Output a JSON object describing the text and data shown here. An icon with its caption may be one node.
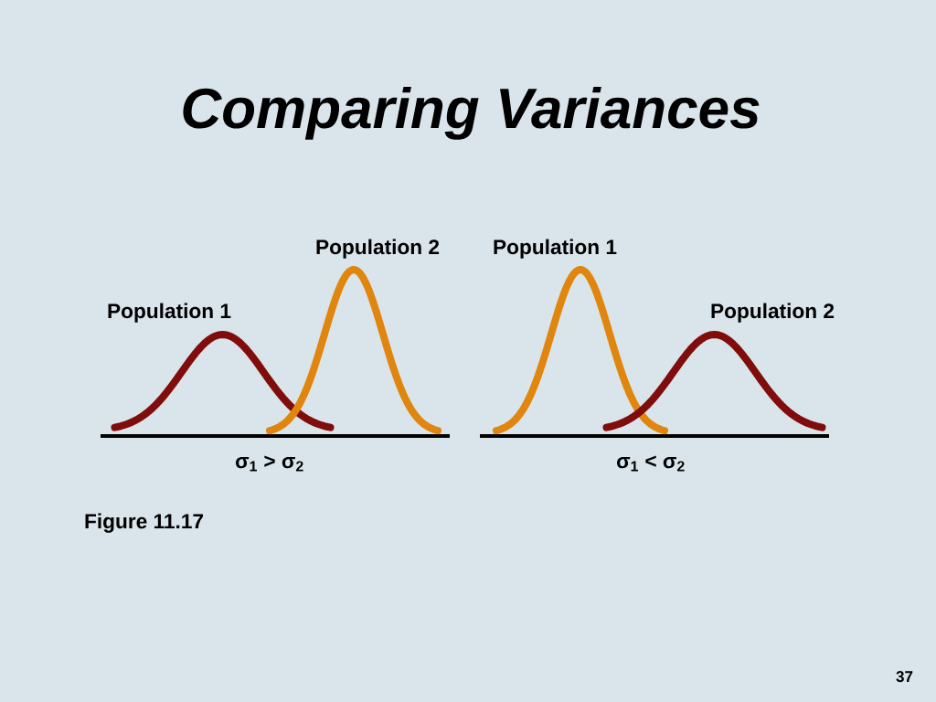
{
  "diagram": {
    "title": "Comparing Variances",
    "labels": [
      "Population 2",
      "Population 1",
      "Population 1",
      "Population 2",
      "σ$_{1}$ > σ$_{2}$",
      "σ$_{1}$ < σ$_{2}$",
      "Figure 11.17",
      "37"
    ]
  }
}
